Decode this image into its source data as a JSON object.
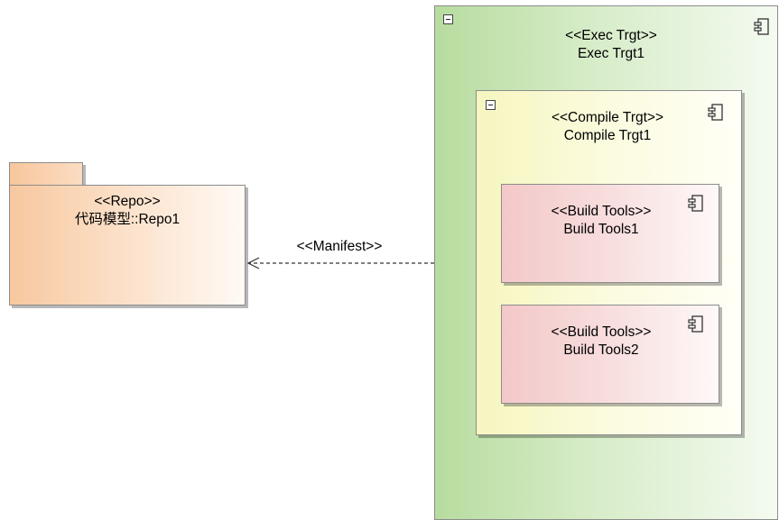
{
  "package": {
    "stereotype": "<<Repo>>",
    "name": "代码模型::Repo1"
  },
  "exec_target": {
    "stereotype": "<<Exec Trgt>>",
    "name": "Exec Trgt1"
  },
  "compile_target": {
    "stereotype": "<<Compile Trgt>>",
    "name": "Compile Trgt1"
  },
  "build_tools": [
    {
      "stereotype": "<<Build Tools>>",
      "name": "Build Tools1"
    },
    {
      "stereotype": "<<Build Tools>>",
      "name": "Build Tools2"
    }
  ],
  "dependency": {
    "label": "<<Manifest>>"
  },
  "icons": {
    "collapse": "collapse-minus-icon",
    "component": "component-icon"
  },
  "colors": {
    "package_fill": "#f7c89f",
    "exec_fill": "#b7dc9f",
    "compile_fill": "#f6f6c0",
    "build_fill": "#f3c8c8",
    "border": "#8c8c8c"
  }
}
